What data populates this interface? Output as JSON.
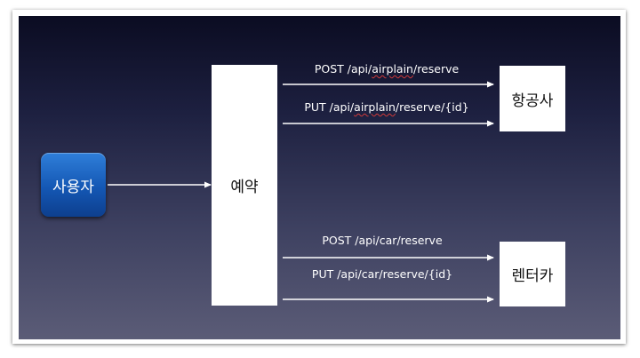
{
  "nodes": {
    "user": "사용자",
    "reservation": "예약",
    "airline": "항공사",
    "rental": "렌터카"
  },
  "edges": {
    "airline_post": {
      "method_path": "POST /api/",
      "word": "airplain",
      "suffix": "/reserve"
    },
    "airline_put": {
      "method_path": "PUT /api/",
      "word": "airplain",
      "suffix": "/reserve/{id}"
    },
    "car_post": "POST /api/car/reserve",
    "car_put": "PUT /api/car/reserve/{id}"
  },
  "colors": {
    "background_top": "#0b0c22",
    "background_bottom": "#5b5c77",
    "user_box": "#1457b4",
    "box": "#ffffff",
    "arrow": "#ffffff",
    "spellcheck_underline": "#d23a3a"
  }
}
